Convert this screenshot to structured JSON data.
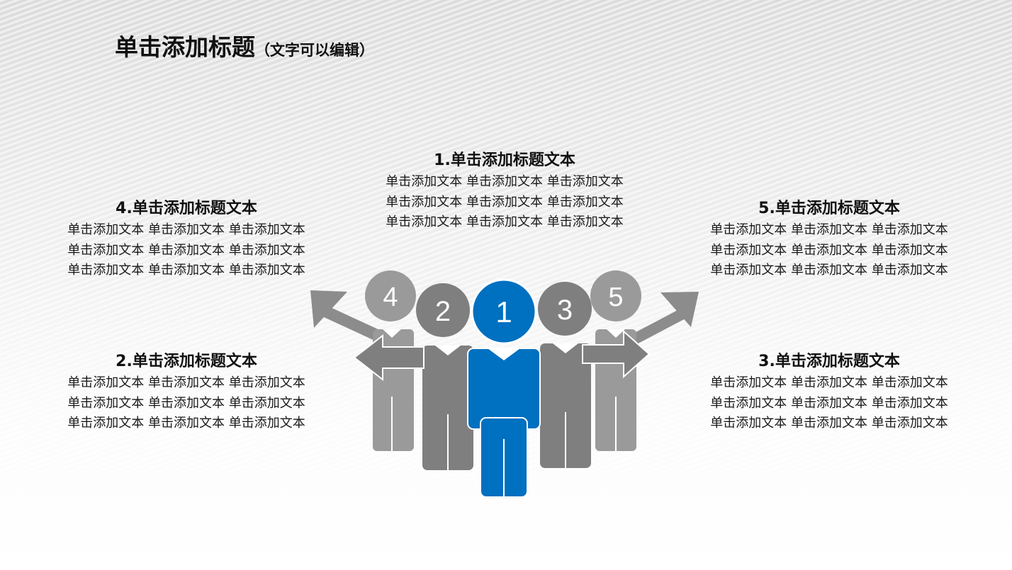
{
  "title": {
    "main": "单击添加标题",
    "sub": "（文字可以编辑）"
  },
  "colors": {
    "accent": "#0070c0",
    "gray_dark": "#7f7f7f",
    "gray_mid": "#8c8c8c",
    "gray_light": "#9a9a9a"
  },
  "blocks": [
    {
      "id": "1",
      "title": "1.单击添加标题文本",
      "lines": [
        "单击添加文本 单击添加文本 单击添加文本",
        "单击添加文本 单击添加文本 单击添加文本",
        "单击添加文本 单击添加文本 单击添加文本"
      ]
    },
    {
      "id": "2",
      "title": "2.单击添加标题文本",
      "lines": [
        "单击添加文本 单击添加文本 单击添加文本",
        "单击添加文本 单击添加文本 单击添加文本",
        "单击添加文本 单击添加文本 单击添加文本"
      ]
    },
    {
      "id": "3",
      "title": "3.单击添加标题文本",
      "lines": [
        "单击添加文本 单击添加文本 单击添加文本",
        "单击添加文本 单击添加文本 单击添加文本",
        "单击添加文本 单击添加文本 单击添加文本"
      ]
    },
    {
      "id": "4",
      "title": "4.单击添加标题文本",
      "lines": [
        "单击添加文本 单击添加文本 单击添加文本",
        "单击添加文本 单击添加文本 单击添加文本",
        "单击添加文本 单击添加文本 单击添加文本"
      ]
    },
    {
      "id": "5",
      "title": "5.单击添加标题文本",
      "lines": [
        "单击添加文本 单击添加文本 单击添加文本",
        "单击添加文本 单击添加文本 单击添加文本",
        "单击添加文本 单击添加文本 单击添加文本"
      ]
    }
  ],
  "figures": [
    {
      "number": "1",
      "color_key": "accent"
    },
    {
      "number": "2",
      "color_key": "gray_dark"
    },
    {
      "number": "3",
      "color_key": "gray_dark"
    },
    {
      "number": "4",
      "color_key": "gray_light"
    },
    {
      "number": "5",
      "color_key": "gray_light"
    }
  ]
}
